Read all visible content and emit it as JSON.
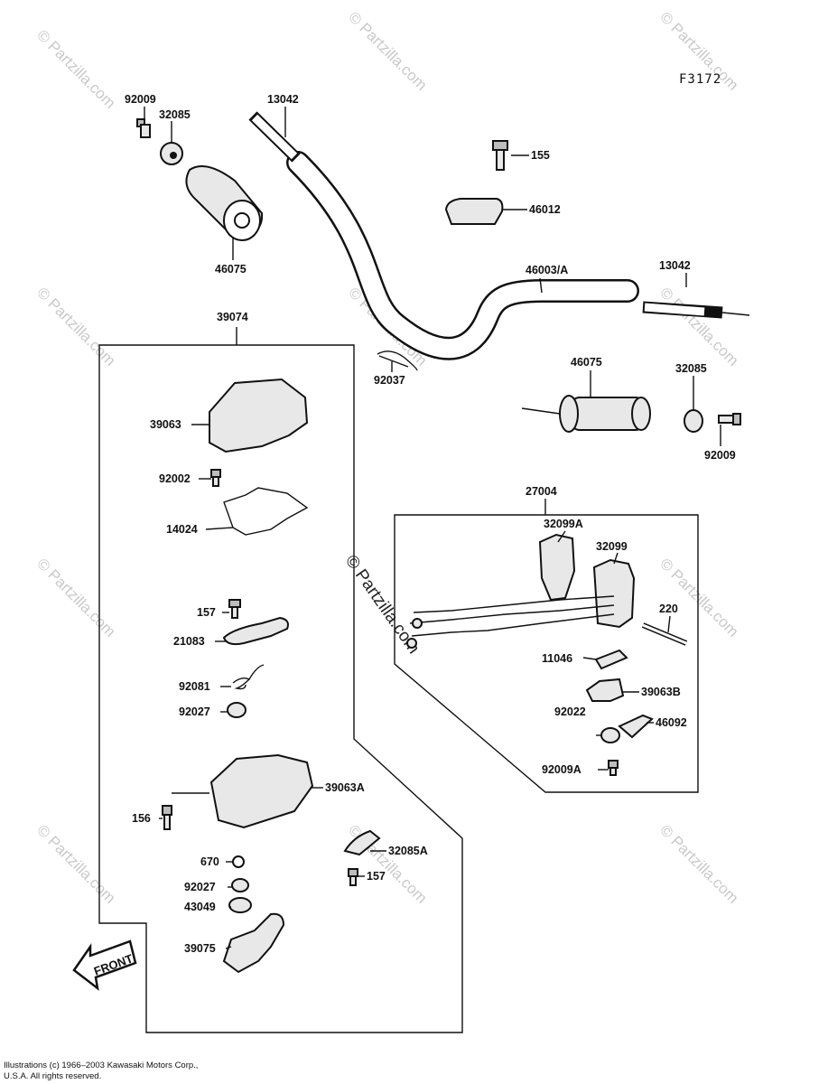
{
  "figure_ref": "F3172",
  "part_labels": {
    "p92009_a": "92009",
    "p32085_a": "32085",
    "p13042_a": "13042",
    "p155": "155",
    "p46012": "46012",
    "p46075_a": "46075",
    "p46003": "46003/A",
    "p13042_b": "13042",
    "p39074": "39074",
    "p92037": "92037",
    "p46075_b": "46075",
    "p32085_b": "32085",
    "p92009_b": "92009",
    "p39063": "39063",
    "p92002": "92002",
    "p14024": "14024",
    "p27004": "27004",
    "p32099A": "32099A",
    "p32099": "32099",
    "p220": "220",
    "p157_a": "157",
    "p21083": "21083",
    "p11046": "11046",
    "p39063B": "39063B",
    "p92081": "92081",
    "p92022": "92022",
    "p46092": "46092",
    "p92027_a": "92027",
    "p92009A": "92009A",
    "p39063A": "39063A",
    "p156": "156",
    "p670": "670",
    "p32085A": "32085A",
    "p157_b": "157",
    "p92027_b": "92027",
    "p43049": "43049",
    "p39075": "39075"
  },
  "watermark": "© Partzilla.com",
  "front_arrow_label": "FRONT",
  "footer": {
    "line1": "Illustrations (c) 1966–2003 Kawasaki Motors Corp.,",
    "line2": "U.S.A.  All rights reserved."
  }
}
